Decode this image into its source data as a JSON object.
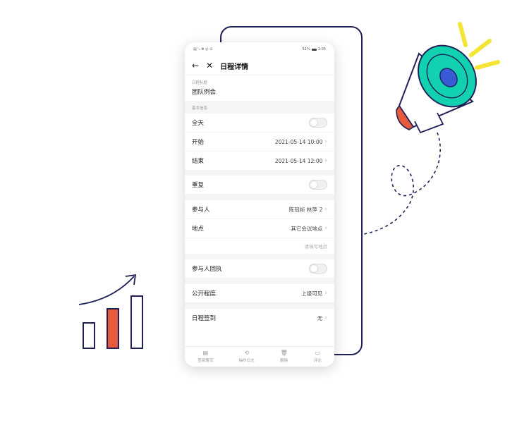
{
  "status_bar": {
    "left_icons": "▤ ᵗᵢₗ ☸ ◎ ⊙",
    "battery_text": "51%",
    "time": "1:05"
  },
  "nav": {
    "back_icon": "←",
    "close_icon": "✕",
    "title": "日程详情"
  },
  "title_field": {
    "label": "日程标题",
    "value": "团队例会"
  },
  "basic_info": {
    "section_label": "基本信息",
    "all_day_label": "全天",
    "start_label": "开始",
    "start_value": "2021-05-14 10:00",
    "end_label": "结束",
    "end_value": "2021-05-14 12:00"
  },
  "repeat": {
    "label": "重复"
  },
  "participants": {
    "label": "参与人",
    "value": "陈冠祯 林萍",
    "count": "2"
  },
  "location": {
    "label": "地点",
    "value": "其它会议地点",
    "placeholder": "请填写地点"
  },
  "receipt": {
    "label": "参与人回执"
  },
  "visibility": {
    "label": "公开程度",
    "value": "上级可见"
  },
  "checkin": {
    "label": "日程签到",
    "value": "无"
  },
  "tabbar": {
    "tabs": [
      {
        "label": "查阅情况",
        "icon": "📄"
      },
      {
        "label": "操作日志",
        "icon": "⟲"
      },
      {
        "label": "删除",
        "icon": "🗑"
      },
      {
        "label": "评论",
        "icon": "💬"
      }
    ]
  },
  "colors": {
    "navy": "#1e2057",
    "accent_red": "#e85a3c",
    "teal": "#12d1b0",
    "yellow": "#f4e535",
    "blue": "#3a5bd6"
  }
}
